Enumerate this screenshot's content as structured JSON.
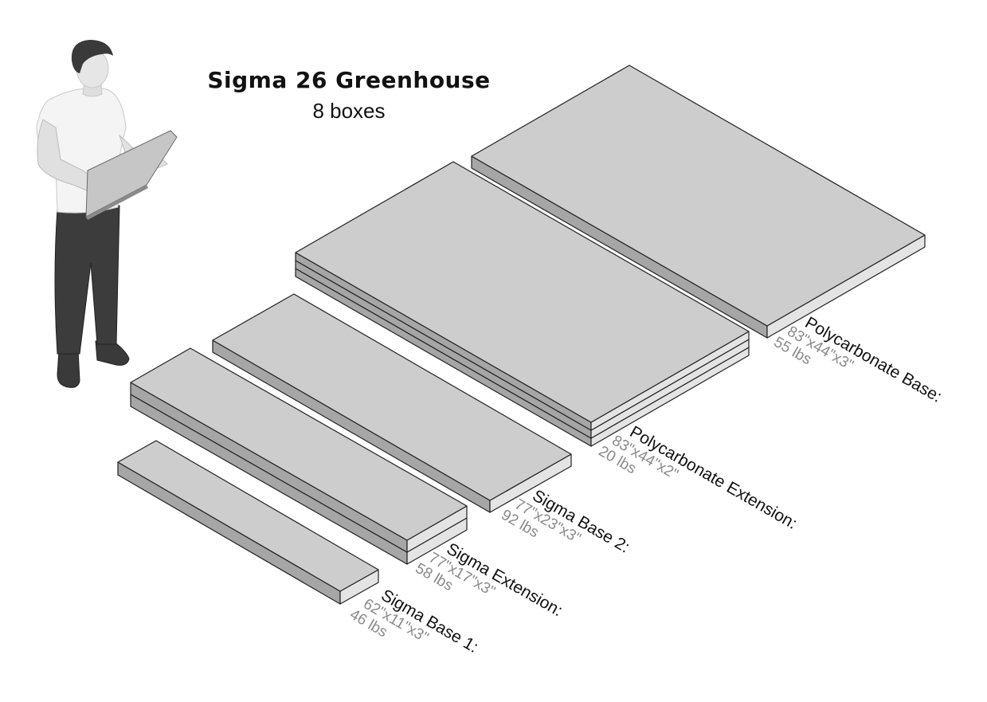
{
  "header": {
    "title": "Sigma 26 Greenhouse",
    "subtitle": "8 boxes"
  },
  "colors": {
    "box_top": "#cdcdcd",
    "box_front": "#a6a6a6",
    "box_side": "#e4e4e4",
    "outline": "#222222",
    "dim_text": "#8a8a8a"
  },
  "figure": {
    "icon": "person-holding-laptop-icon"
  },
  "boxes": [
    {
      "name": "Polycarbonate Base:",
      "dimensions": "83\"x44\"x3\"",
      "weight": "55 lbs",
      "layers": 1
    },
    {
      "name": "Polycarbonate Extension:",
      "dimensions": "83\"x44\"x2\"",
      "weight": "20 lbs",
      "layers": 3
    },
    {
      "name": "Sigma Base 2:",
      "dimensions": "77\"x23\"x3\"",
      "weight": "92 lbs",
      "layers": 1
    },
    {
      "name": "Sigma Extension:",
      "dimensions": "77\"x17\"x3\"",
      "weight": "58 lbs",
      "layers": 2
    },
    {
      "name": "Sigma Base 1:",
      "dimensions": "62\"x11\"x3\"",
      "weight": "46 lbs",
      "layers": 1
    }
  ]
}
